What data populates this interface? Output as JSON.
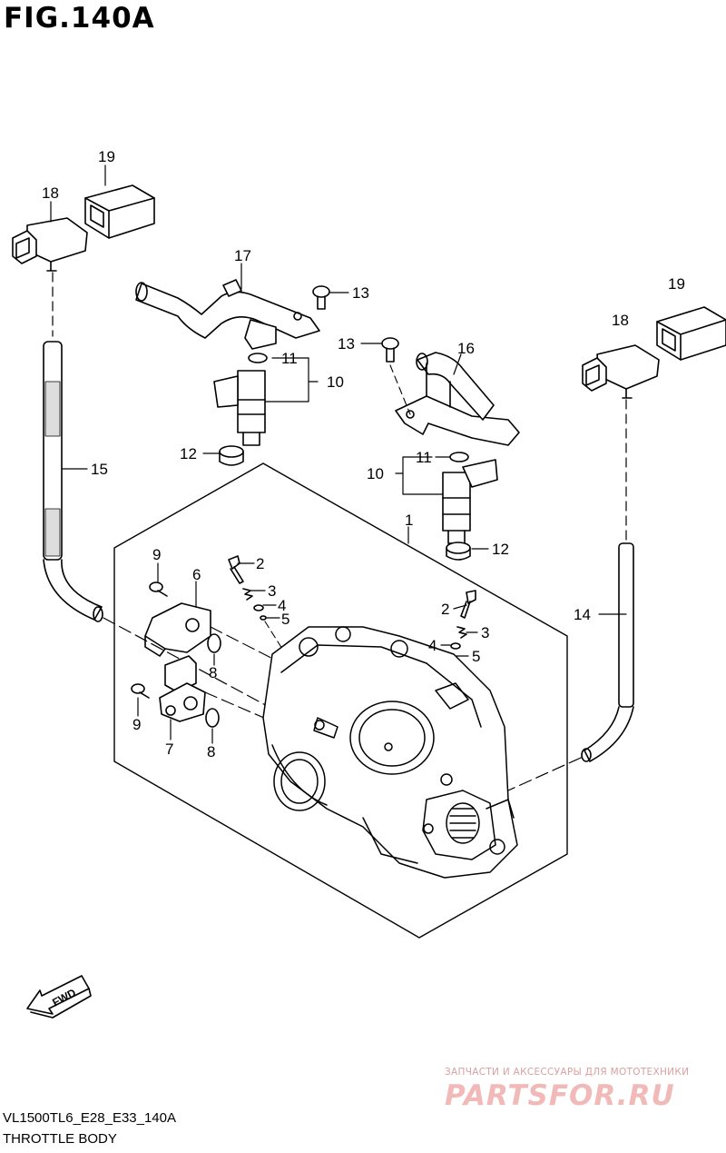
{
  "figure_title": "FIG.140A",
  "model_code": "VL1500TL6_E28_E33_140A",
  "caption": "THROTTLE BODY",
  "watermark": {
    "line1": "ЗАПЧАСТИ И АКСЕССУАРЫ ДЛЯ МОТОТЕХНИКИ",
    "logo": "PARTSFOR.RU"
  },
  "fwd_label": "FWD",
  "callouts": {
    "c19a": "19",
    "c18a": "18",
    "c17": "17",
    "c13a": "13",
    "c13b": "13",
    "c16": "16",
    "c19b": "19",
    "c18b": "18",
    "c11a": "11",
    "c10a": "10",
    "c12a": "12",
    "c11b": "11",
    "c10b": "10",
    "c12b": "12",
    "c15": "15",
    "c1": "1",
    "c9a": "9",
    "c6": "6",
    "c2a": "2",
    "c3a": "3",
    "c4a": "4",
    "c5a": "5",
    "c2b": "2",
    "c3b": "3",
    "c4b": "4",
    "c5b": "5",
    "c14": "14",
    "c8a": "8",
    "c9b": "9",
    "c7": "7",
    "c8b": "8"
  }
}
